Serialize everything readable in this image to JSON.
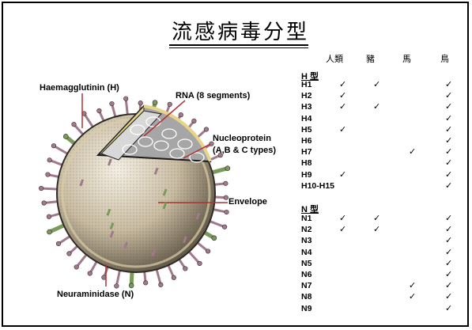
{
  "title": "流感病毒分型",
  "labels": {
    "haemagglutinin": "Haemagglutinin (H)",
    "rna": "RNA (8 segments)",
    "nucleoprotein_line1": "Nucleoprotein",
    "nucleoprotein_line2": "(A,B & C types)",
    "envelope": "Envelope",
    "neuraminidase": "Neuraminidase (N)"
  },
  "table": {
    "columns": [
      "人類",
      "豬",
      "馬",
      "鳥"
    ],
    "check_mark": "✓",
    "h_section": "H 型",
    "h_rows": [
      {
        "name": "H1",
        "checks": [
          true,
          true,
          false,
          true
        ]
      },
      {
        "name": "H2",
        "checks": [
          true,
          false,
          false,
          true
        ]
      },
      {
        "name": "H3",
        "checks": [
          true,
          true,
          false,
          true
        ]
      },
      {
        "name": "H4",
        "checks": [
          false,
          false,
          false,
          true
        ]
      },
      {
        "name": "H5",
        "checks": [
          true,
          false,
          false,
          true
        ]
      },
      {
        "name": "H6",
        "checks": [
          false,
          false,
          false,
          true
        ]
      },
      {
        "name": "H7",
        "checks": [
          false,
          false,
          true,
          true
        ]
      },
      {
        "name": "H8",
        "checks": [
          false,
          false,
          false,
          true
        ]
      },
      {
        "name": "H9",
        "checks": [
          true,
          false,
          false,
          true
        ]
      },
      {
        "name": "H10-H15",
        "checks": [
          false,
          false,
          false,
          true
        ]
      }
    ],
    "n_section": "N 型",
    "n_rows": [
      {
        "name": "N1",
        "checks": [
          true,
          true,
          false,
          true
        ]
      },
      {
        "name": "N2",
        "checks": [
          true,
          true,
          false,
          true
        ]
      },
      {
        "name": "N3",
        "checks": [
          false,
          false,
          false,
          true
        ]
      },
      {
        "name": "N4",
        "checks": [
          false,
          false,
          false,
          true
        ]
      },
      {
        "name": "N5",
        "checks": [
          false,
          false,
          false,
          true
        ]
      },
      {
        "name": "N6",
        "checks": [
          false,
          false,
          false,
          true
        ]
      },
      {
        "name": "N7",
        "checks": [
          false,
          false,
          true,
          true
        ]
      },
      {
        "name": "N8",
        "checks": [
          false,
          false,
          true,
          true
        ]
      },
      {
        "name": "N9",
        "checks": [
          false,
          false,
          false,
          true
        ]
      }
    ]
  },
  "colors": {
    "virus_surface": "#c9bca2",
    "virus_shadow": "#6e6250",
    "spike_h": "#a07a8c",
    "spike_n": "#7a9a5a",
    "core_grey": "#9a9a9a",
    "label_line": "#b03030"
  }
}
